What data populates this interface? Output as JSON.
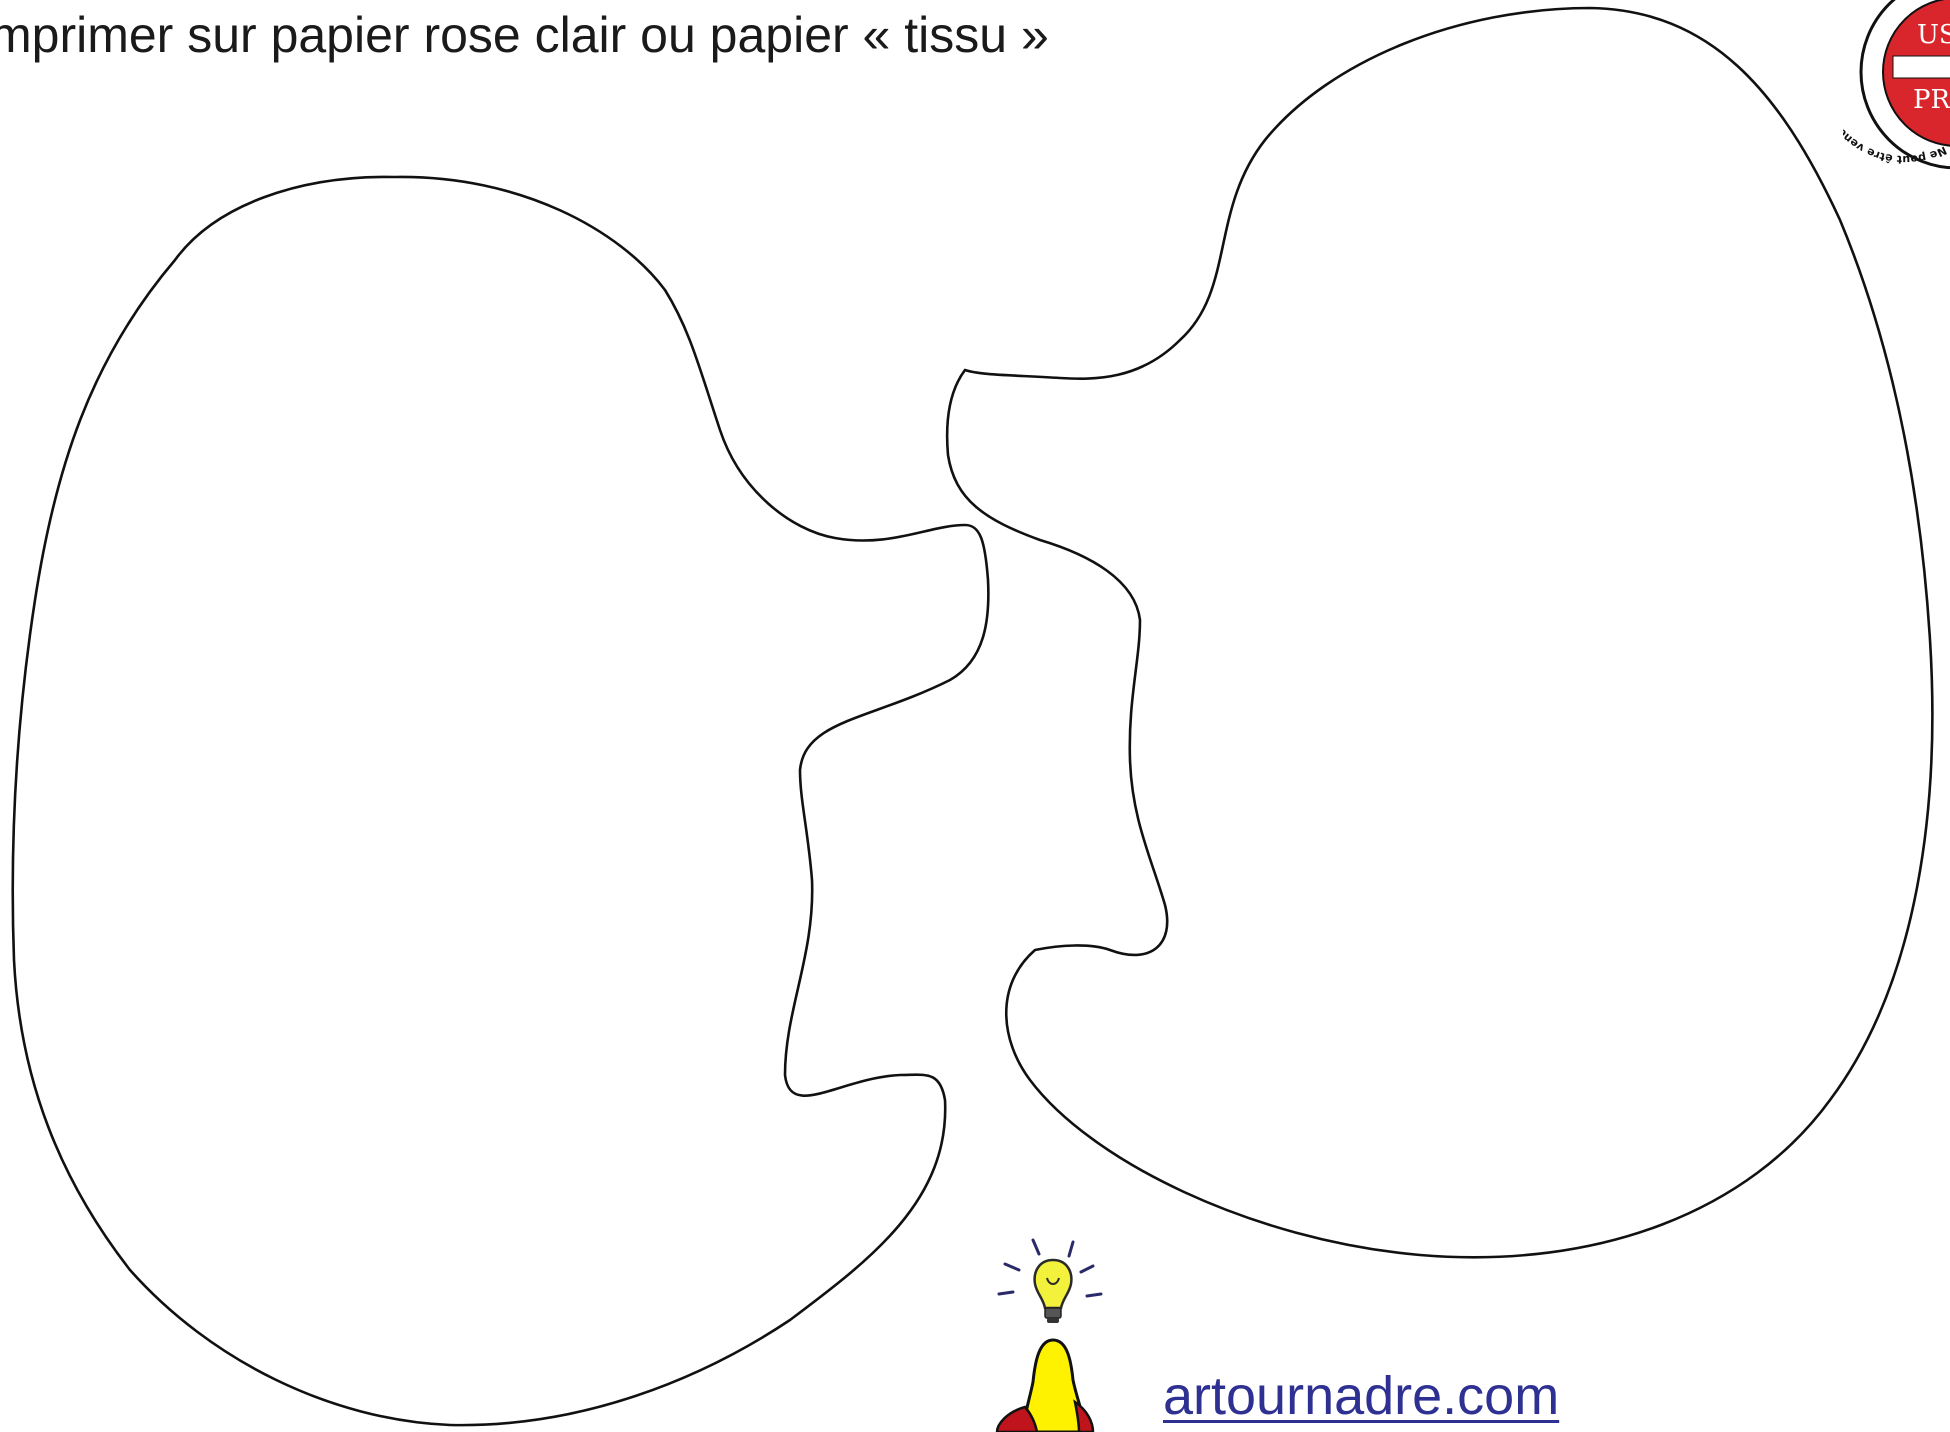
{
  "page": {
    "instruction": "mprimer sur papier rose clair ou papier « tissu »",
    "link_text": "artournadre.com"
  },
  "stamp": {
    "line1": "USA",
    "line2": "PRI",
    "ring_text": "Ne peut être vendu • Ne Peut"
  },
  "colors": {
    "outline": "#111111",
    "link": "#2e3192",
    "stamp_red": "#d8262c",
    "bulb_yellow": "#f2f23c",
    "mascot_yellow": "#fff200",
    "mascot_red": "#c0141c"
  },
  "icons": {
    "stamp": "usage-prive-stamp",
    "mascot": "lightbulb-idea-mascot"
  }
}
